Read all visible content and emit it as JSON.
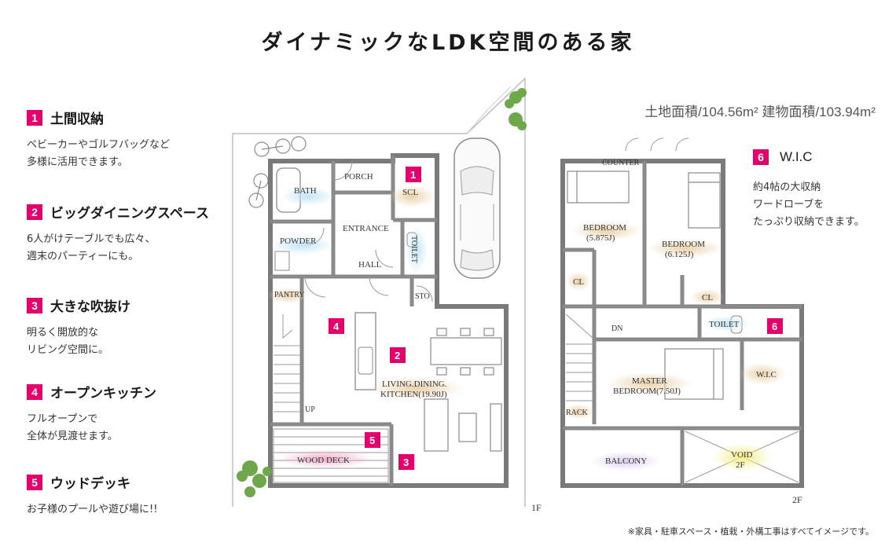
{
  "title": "ダイナミックなLDK空間のある家",
  "area_text": "土地面積/104.56m² 建物面積/103.94m²",
  "features": [
    {
      "num": "1",
      "name": "土間収納",
      "desc": "ベビーカーやゴルフバッグなど\n多様に活用できます。"
    },
    {
      "num": "2",
      "name": "ビッグダイニングスペース",
      "desc": "6人がけテーブルでも広々、\n週末のパーティーにも。"
    },
    {
      "num": "3",
      "name": "大きな吹抜け",
      "desc": "明るく開放的な\nリビング空間に。"
    },
    {
      "num": "4",
      "name": "オープンキッチン",
      "desc": "フルオープンで\n全体が見渡せます。"
    },
    {
      "num": "5",
      "name": "ウッドデッキ",
      "desc": "お子様のプールや遊び場に!!"
    }
  ],
  "wic_feature": {
    "num": "6",
    "name": "W.I.C",
    "desc": "約4帖の大収納\nワードローブを\nたっぷり収納できます。"
  },
  "note": "※家具・駐車スペース・植栽・外構工事はすべてイメージです。",
  "floor1": {
    "label": "1F",
    "rooms": {
      "bath": "BATH",
      "porch": "PORCH",
      "scl": "SCL",
      "entrance": "ENTRANCE",
      "powder": "POWDER",
      "toilet": "TOILET",
      "hall": "HALL",
      "pantry": "PANTRY",
      "sto": "STO",
      "ldk_1": "LIVING.DINING.",
      "ldk_2": "KITCHEN(19.90J)",
      "up": "UP",
      "wood_deck": "WOOD DECK"
    },
    "markers": [
      "1",
      "2",
      "3",
      "4",
      "5"
    ]
  },
  "floor2": {
    "label": "2F",
    "rooms": {
      "counter": "COUNTER",
      "bedroom1_1": "BEDROOM",
      "bedroom1_2": "(5.875J)",
      "bedroom2_1": "BEDROOM",
      "bedroom2_2": "(6.125J)",
      "cl1": "CL",
      "cl2": "CL",
      "dn": "DN",
      "toilet": "TOILET",
      "master_1": "MASTER",
      "master_2": "BEDROOM(7.50J)",
      "wic": "W.I.C",
      "rack": "RACK",
      "balcony": "BALCONY",
      "void_1": "VOID",
      "void_2": "2F"
    },
    "markers": [
      "6"
    ]
  },
  "colors": {
    "accent": "#e4006b",
    "wall": "#7a7a7a",
    "highlight_blue": "#bfe3f5",
    "highlight_tan": "#e9cfa6",
    "highlight_pink": "#f2a9c8",
    "highlight_lilac": "#d9c9ec",
    "highlight_yellow": "#f6ee8a"
  }
}
